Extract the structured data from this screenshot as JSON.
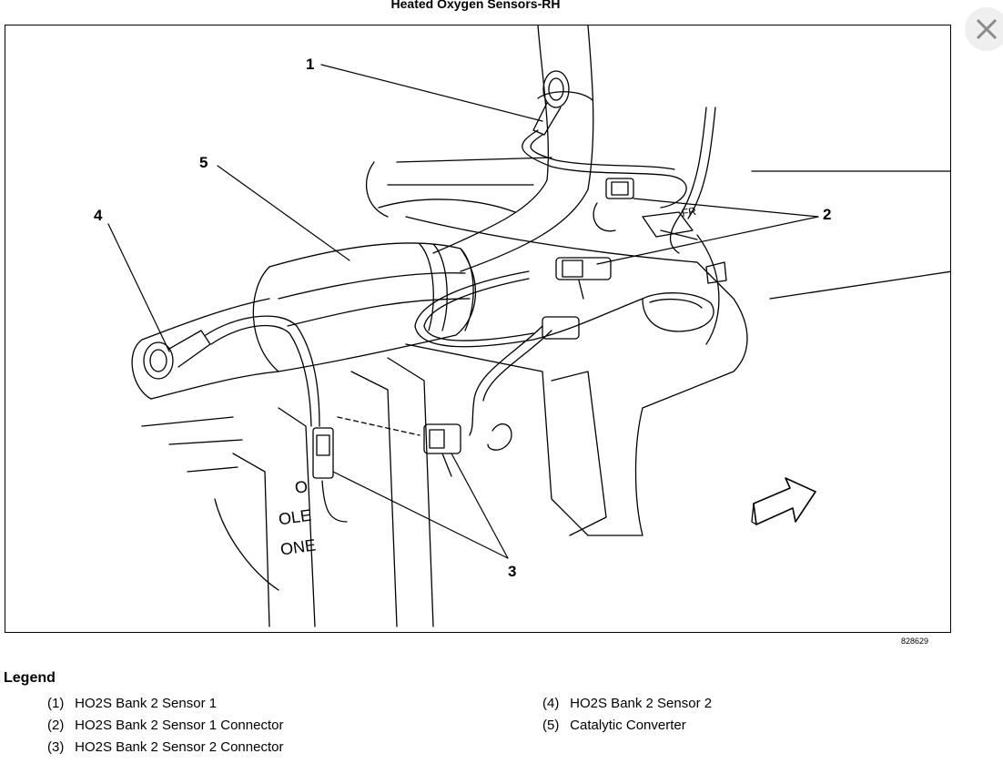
{
  "diagram": {
    "title": "Heated Oxygen Sensors-RH",
    "figure_number": "828629",
    "callouts": [
      "1",
      "2",
      "3",
      "4",
      "5"
    ],
    "frame_text": [
      "O",
      "OLE",
      "ONE",
      "FR"
    ]
  },
  "legend": {
    "heading": "Legend",
    "items": [
      {
        "num": "(1)",
        "label": "HO2S Bank 2 Sensor 1"
      },
      {
        "num": "(2)",
        "label": "HO2S Bank 2 Sensor 1 Connector"
      },
      {
        "num": "(3)",
        "label": "HO2S Bank 2 Sensor 2 Connector"
      },
      {
        "num": "(4)",
        "label": "HO2S Bank 2 Sensor 2"
      },
      {
        "num": "(5)",
        "label": "Catalytic Converter"
      }
    ]
  },
  "ui": {
    "close_icon": "close-icon"
  }
}
